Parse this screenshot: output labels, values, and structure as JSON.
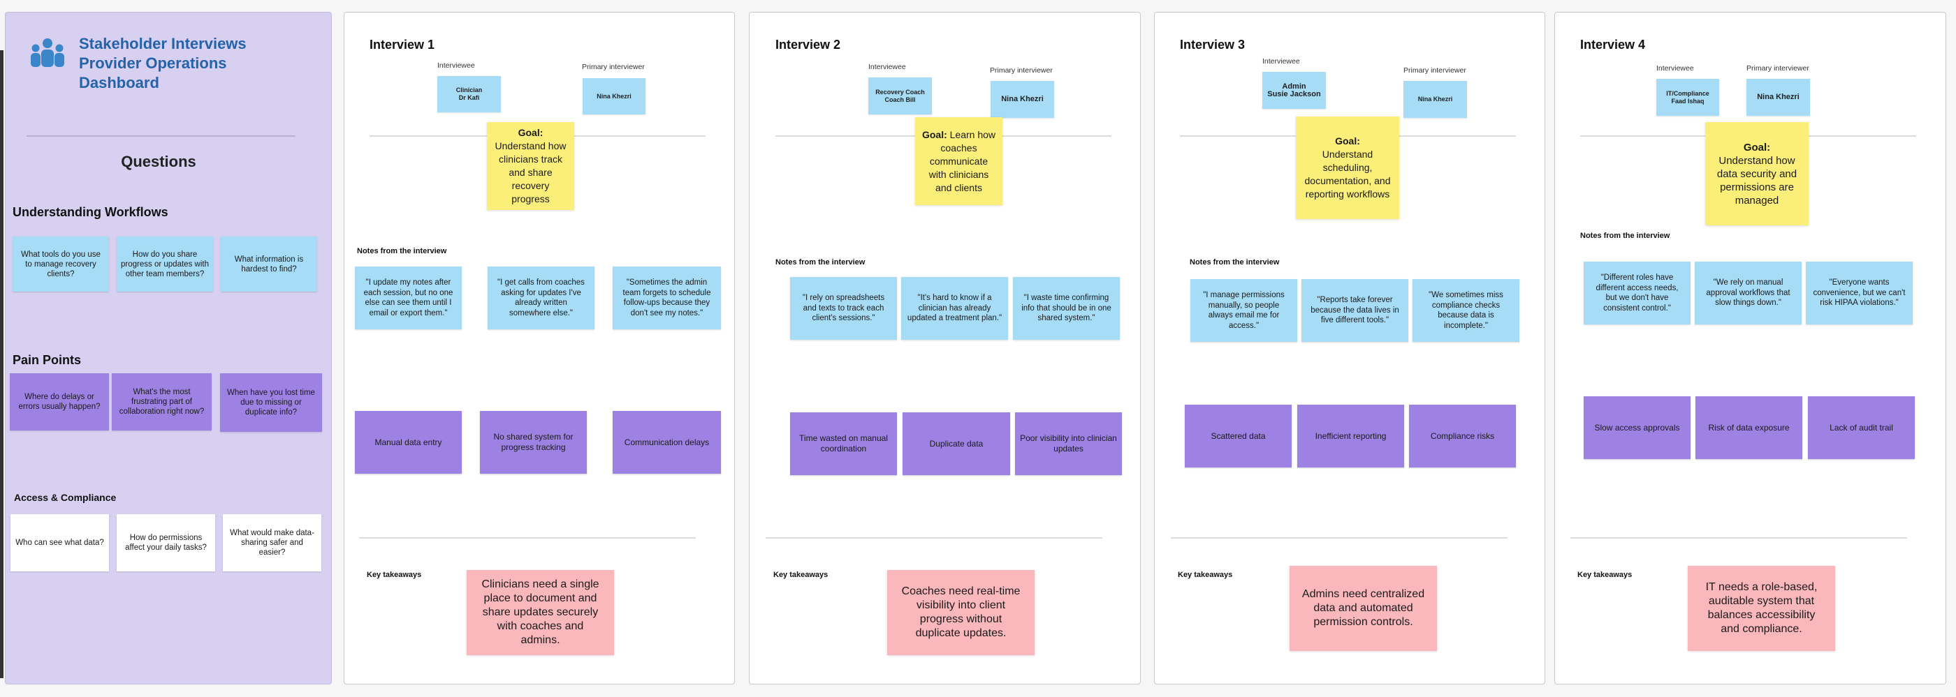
{
  "dashboard": {
    "title_lines": [
      "Stakeholder Interviews",
      "Provider Operations",
      "Dashboard"
    ],
    "icon": "people-group-icon",
    "questions_heading": "Questions",
    "sections": [
      {
        "title": "Understanding Workflows",
        "color": "#a6dcf6",
        "questions": [
          "What tools do you use to manage recovery clients?",
          "How do you share progress or updates with other team members?",
          "What information is hardest to find?"
        ]
      },
      {
        "title": "Pain Points",
        "color": "#9d82e4",
        "questions": [
          "Where do delays or errors usually happen?",
          "What's the most frustrating part of collaboration right now?",
          "When have you lost time due to missing or duplicate info?"
        ]
      },
      {
        "title": "Access & Compliance",
        "color": "#ffffff",
        "questions": [
          "Who can see what data?",
          "How do permissions affect your daily tasks?",
          "What would make data-sharing safer and easier?"
        ]
      }
    ]
  },
  "labels": {
    "interviewee": "Interviewee",
    "primary_interviewer": "Primary interviewer",
    "goal_prefix": "Goal:",
    "notes": "Notes from the interview",
    "key_takeaways": "Key takeaways"
  },
  "interviews": [
    {
      "title": "Interview 1",
      "interviewee": "Clinician\nDr Kafi",
      "interviewer": "Nina Khezri",
      "goal": "Understand how clinicians track and share recovery progress",
      "notes": [
        "\"I update my notes after each session, but no one else can see them until I email or export them.\"",
        "\"I get calls from coaches asking for updates I've already written somewhere else.\"",
        "\"Sometimes the admin team forgets to schedule follow-ups because they don't see my notes.\""
      ],
      "pain_points": [
        "Manual data entry",
        "No shared system for progress tracking",
        "Communication delays"
      ],
      "takeaway": "Clinicians need a single place to document and share updates securely with coaches and admins."
    },
    {
      "title": "Interview 2",
      "interviewee": "Recovery Coach\nCoach Bill",
      "interviewer": "Nina Khezri",
      "goal": "Learn how coaches communicate with clinicians and clients",
      "notes": [
        "\"I rely on spreadsheets and texts to track each client's sessions.\"",
        "\"It's hard to know if a clinician has already updated a treatment plan.\"",
        "\"I waste time confirming info that should be in one shared system.\""
      ],
      "pain_points": [
        "Time wasted on manual coordination",
        "Duplicate data",
        "Poor visibility into clinician updates"
      ],
      "takeaway": "Coaches need real-time visibility into client progress without duplicate updates."
    },
    {
      "title": "Interview 3",
      "interviewee": "Admin\nSusie Jackson",
      "interviewer": "Nina Khezri",
      "goal": "Understand scheduling, documentation, and reporting workflows",
      "notes": [
        "\"I manage permissions manually, so people always email me for access.\"",
        "\"Reports take forever because the data lives in five different tools.\"",
        "\"We sometimes miss compliance checks because data is incomplete.\""
      ],
      "pain_points": [
        "Scattered data",
        "Inefficient reporting",
        "Compliance risks"
      ],
      "takeaway": "Admins need centralized data and automated permission controls."
    },
    {
      "title": "Interview 4",
      "interviewee": "IT/Compliance\nFaad Ishaq",
      "interviewer": "Nina Khezri",
      "goal": "Understand how data security and permissions are managed",
      "notes": [
        "\"Different roles have different access needs, but we don't have consistent control.\"",
        "\"We rely on manual approval workflows that slow things down.\"",
        "\"Everyone wants convenience, but we can't risk HIPAA violations.\""
      ],
      "pain_points": [
        "Slow access approvals",
        "Risk of data exposure",
        "Lack of audit trail"
      ],
      "takeaway": "IT needs a role-based, auditable system that balances accessibility and compliance."
    }
  ]
}
